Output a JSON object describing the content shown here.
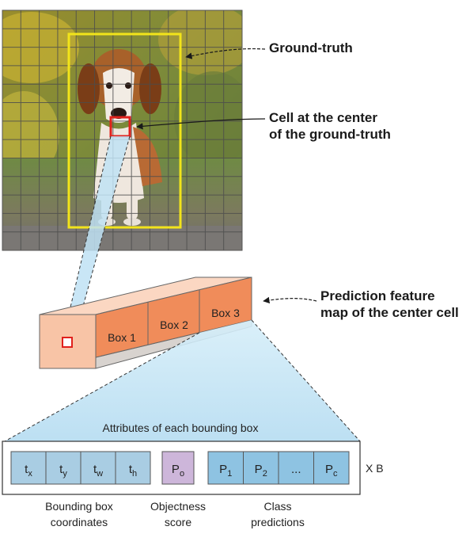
{
  "callouts": {
    "ground_truth": "Ground-truth",
    "center_cell_line1": "Cell at the center",
    "center_cell_line2": "of the ground-truth",
    "feature_map_line1": "Prediction feature",
    "feature_map_line2": "map of the center cell"
  },
  "feature_map": {
    "boxes": [
      "Box 1",
      "Box 2",
      "Box 3"
    ]
  },
  "attributes": {
    "title": "Attributes of each bounding box",
    "coords": [
      {
        "main": "t",
        "sub": "x"
      },
      {
        "main": "t",
        "sub": "y"
      },
      {
        "main": "t",
        "sub": "w"
      },
      {
        "main": "t",
        "sub": "h"
      }
    ],
    "objectness": {
      "main": "P",
      "sub": "o"
    },
    "classes": [
      {
        "main": "P",
        "sub": "1"
      },
      {
        "main": "P",
        "sub": "2"
      },
      {
        "main": "...",
        "sub": ""
      },
      {
        "main": "P",
        "sub": "c"
      }
    ],
    "multiplier": "X B",
    "label_coords_1": "Bounding box",
    "label_coords_2": "coordinates",
    "label_obj_1": "Objectness",
    "label_obj_2": "score",
    "label_cls_1": "Class",
    "label_cls_2": "predictions"
  },
  "colors": {
    "ground_truth_box": "#f2e41a",
    "center_cell": "#e0211c",
    "grid_line": "#4d4d4d",
    "feature_face": "#f8c4a6",
    "box_fill": "#f08c5a",
    "coord_fill": "#a9cde3",
    "obj_fill": "#cdb6da",
    "class_fill": "#8ec3e2",
    "projection": "#bfe2f4"
  },
  "photo_icon": "beagle-dog-photo"
}
